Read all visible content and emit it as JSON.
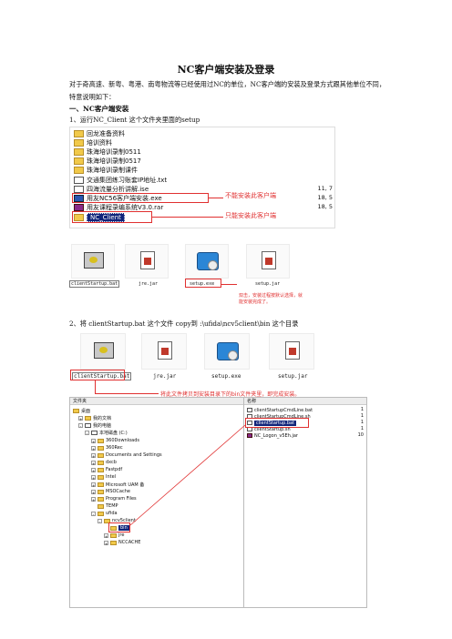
{
  "doc": {
    "title": "NC客户端安装及登录",
    "intro": "对于奇高速、新粤、粤港、南粤物流等已经使用过NC的单位，NC客户端的安装及登录方式跟其他单位不同，特意说明如下：",
    "section1": "一、NC客户端安装",
    "step1": "1、运行NC_Client 这个文件夹里面的setup",
    "step2": "2、将 clientStartup.bat 这个文件 copy到 :\\ufida\\ncv5client\\bin 这个目录"
  },
  "explorer_list": {
    "rows": [
      {
        "name": "回龙准备资料",
        "type": "folder",
        "size": ""
      },
      {
        "name": "培训资料",
        "type": "folder",
        "size": ""
      },
      {
        "name": "珠海培训录制0511",
        "type": "folder",
        "size": ""
      },
      {
        "name": "珠海培训录制0517",
        "type": "folder",
        "size": ""
      },
      {
        "name": "珠海培训录制课件",
        "type": "folder",
        "size": ""
      },
      {
        "name": "交通集团练习账套IP地址.txt",
        "type": "txt",
        "size": ""
      },
      {
        "name": "四海流量分析讲解.ise",
        "type": "txt",
        "size": "11, 7"
      },
      {
        "name": "用友NC56客户端安装.exe",
        "type": "exe",
        "size": "18, 5"
      },
      {
        "name": "用友课程录编系统V3.0.rar",
        "type": "rar",
        "size": "18, 5"
      },
      {
        "name": "NC_Client",
        "type": "folder",
        "size": ""
      }
    ],
    "annotation_no": "不能安装此客户端",
    "annotation_yes": "只能安装此客户端"
  },
  "tiles1": {
    "labels": [
      "clientStartup.bat",
      "jre.jar",
      "setup.exe",
      "setup.jar"
    ],
    "note": "双击，安装过程按默认选择，就能安装完成了。"
  },
  "tiles2": {
    "labels": [
      "clientStartup.bat",
      "jre.jar",
      "setup.exe",
      "setup.jar"
    ],
    "note": "将此文件拷贝到安装目录下的bin文件夹里，即完成安装。"
  },
  "tree": {
    "left_header": "文件夹",
    "right_header": "名称",
    "left_rows": [
      {
        "label": "桌面",
        "depth": 0
      },
      {
        "label": "我的文档",
        "depth": 1
      },
      {
        "label": "我的电脑",
        "depth": 1
      },
      {
        "label": "本地磁盘 (C:)",
        "depth": 2
      },
      {
        "label": "360Downloads",
        "depth": 3
      },
      {
        "label": "360Rec",
        "depth": 3
      },
      {
        "label": "Documents and Settings",
        "depth": 3
      },
      {
        "label": "dxcb",
        "depth": 3
      },
      {
        "label": "Fastpdf",
        "depth": 3
      },
      {
        "label": "Intel",
        "depth": 3
      },
      {
        "label": "Microsoft UAM 备",
        "depth": 3
      },
      {
        "label": "MSOCache",
        "depth": 3
      },
      {
        "label": "Program Files",
        "depth": 3
      },
      {
        "label": "TEMP",
        "depth": 3
      },
      {
        "label": "ufida",
        "depth": 3
      },
      {
        "label": "ncv5client",
        "depth": 4
      },
      {
        "label": "bin",
        "depth": 5
      },
      {
        "label": "jre",
        "depth": 5
      },
      {
        "label": "NCCACHE",
        "depth": 5
      }
    ],
    "right_rows": [
      {
        "name": "clientStartupCmdLine.bat",
        "size": "1"
      },
      {
        "name": "clientStartupCmdLine.sh",
        "size": "1"
      },
      {
        "name": "clientStartup.bat",
        "size": "1"
      },
      {
        "name": "clientStartup.sh",
        "size": "1"
      },
      {
        "name": "NC_Logon_v5Eh.jar",
        "size": "10"
      }
    ]
  },
  "colors": {
    "annotation": "#e03030",
    "selection": "#10247a",
    "folder": "#f1c94a"
  }
}
